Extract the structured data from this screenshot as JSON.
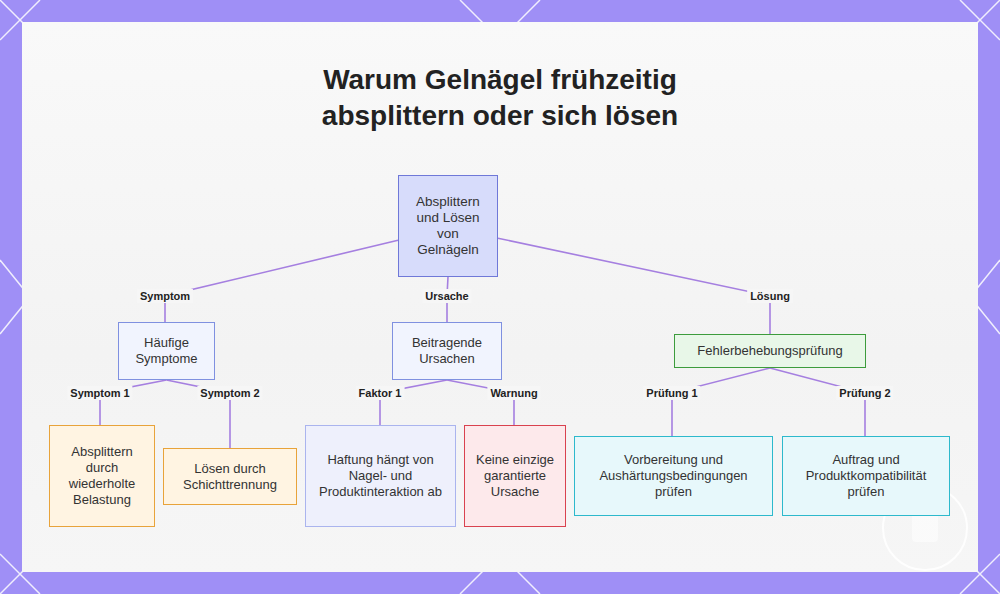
{
  "diagram": {
    "title": "Warum Gelnägel frühzeitig absplittern oder sich lösen",
    "nodes": [
      {
        "text": [
          "Absplittern und Lösen von Gelnägeln"
        ]
      },
      {
        "text": [
          "Häufige Symptome"
        ]
      },
      {
        "text": [
          "Beitragende Ursachen"
        ]
      },
      {
        "text": [
          "Fehlerbehebungsprüfung"
        ]
      },
      {
        "text": [
          "Absplittern durch wiederholte Belastung"
        ]
      },
      {
        "text": [
          "Lösen durch Schichttrennung"
        ]
      },
      {
        "text": [
          "Haftung hängt von Nagel- und Produktinteraktion ab"
        ]
      },
      {
        "text": [
          "Keine einzige garantierte Ursache"
        ]
      },
      {
        "text": [
          "Vorbereitung und Aushärtungsbedingungen prüfen"
        ]
      },
      {
        "text": [
          "Auftrag und Produktkompatibilität prüfen"
        ]
      }
    ],
    "edges": [
      {
        "from": 0,
        "to": 1,
        "arrow": "none",
        "label": "Symptom"
      },
      {
        "from": 0,
        "to": 2,
        "arrow": "none",
        "label": "Ursache"
      },
      {
        "from": 0,
        "to": 3,
        "arrow": "none",
        "label": "Lösung"
      },
      {
        "from": 1,
        "to": 4,
        "arrow": "none",
        "label": "Symptom 1"
      },
      {
        "from": 1,
        "to": 5,
        "arrow": "none",
        "label": "Symptom 2"
      },
      {
        "from": 2,
        "to": 6,
        "arrow": "none",
        "label": "Faktor 1"
      },
      {
        "from": 2,
        "to": 7,
        "arrow": "none",
        "label": "Warnung"
      },
      {
        "from": 3,
        "to": 8,
        "arrow": "none",
        "label": "Prüfung 1"
      },
      {
        "from": 3,
        "to": 9,
        "arrow": "none",
        "label": "Prüfung 2"
      }
    ]
  }
}
